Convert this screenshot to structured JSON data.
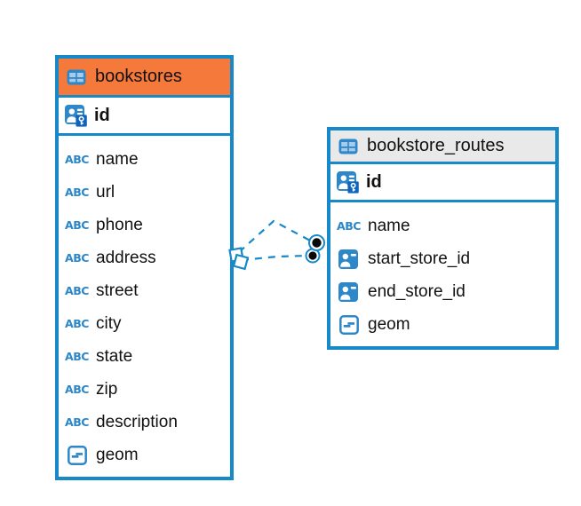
{
  "colors": {
    "table_border_blue": "#1789C9",
    "header_orange": "#F5793B",
    "header_gray": "#E9E9E9",
    "icon_blue": "#2D87C8",
    "icon_dark_blue": "#0F65BE",
    "text_black": "#111111",
    "relationship_line_blue": "#1789C9",
    "endpoint_dot_black": "#0A0A0A"
  },
  "tables": [
    {
      "name": "bookstores",
      "header_style": "orange",
      "primary_key": {
        "name": "id",
        "icon": "person-key-icon"
      },
      "columns": [
        {
          "name": "name",
          "icon": "abc-text-icon"
        },
        {
          "name": "url",
          "icon": "abc-text-icon"
        },
        {
          "name": "phone",
          "icon": "abc-text-icon"
        },
        {
          "name": "address",
          "icon": "abc-text-icon"
        },
        {
          "name": "street",
          "icon": "abc-text-icon"
        },
        {
          "name": "city",
          "icon": "abc-text-icon"
        },
        {
          "name": "state",
          "icon": "abc-text-icon"
        },
        {
          "name": "zip",
          "icon": "abc-text-icon"
        },
        {
          "name": "description",
          "icon": "abc-text-icon"
        },
        {
          "name": "geom",
          "icon": "geometry-icon"
        }
      ]
    },
    {
      "name": "bookstore_routes",
      "header_style": "gray",
      "primary_key": {
        "name": "id",
        "icon": "person-key-icon"
      },
      "columns": [
        {
          "name": "name",
          "icon": "abc-text-icon"
        },
        {
          "name": "start_store_id",
          "icon": "person-card-icon"
        },
        {
          "name": "end_store_id",
          "icon": "person-card-icon"
        },
        {
          "name": "geom",
          "icon": "geometry-icon"
        }
      ]
    }
  ],
  "relationships": [
    {
      "from_table": "bookstores",
      "to_table": "bookstore_routes",
      "line_style": "dashed"
    },
    {
      "from_table": "bookstores",
      "to_table": "bookstore_routes",
      "line_style": "dashed"
    }
  ]
}
